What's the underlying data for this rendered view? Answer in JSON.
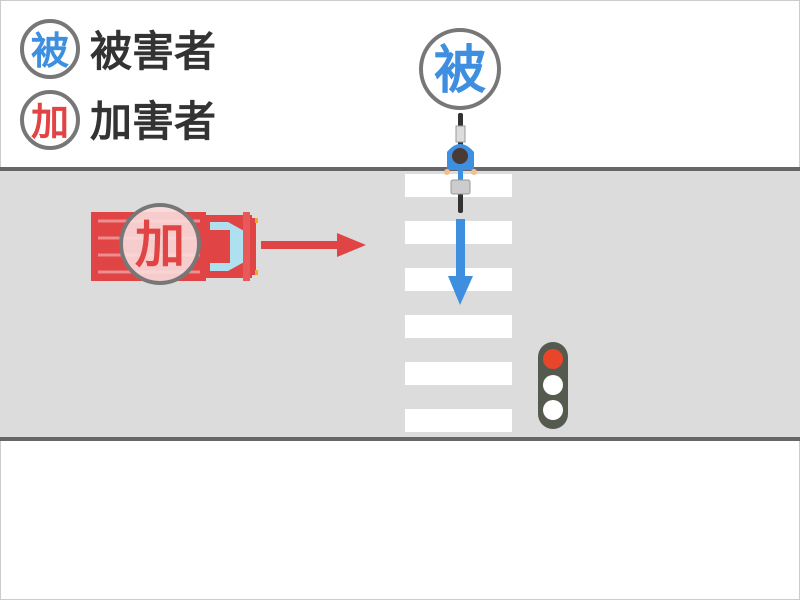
{
  "legend": {
    "victim": {
      "badge": "被",
      "label": "被害者"
    },
    "offender": {
      "badge": "加",
      "label": "加害者"
    }
  },
  "scene": {
    "bicycle_badge": "被",
    "truck_badge": "加",
    "traffic_light_state": "red"
  },
  "colors": {
    "victim": "#3f8fe0",
    "offender": "#e04444",
    "road": "#dcdcdc",
    "road_edge": "#666666",
    "light_red": "#e8452a"
  }
}
